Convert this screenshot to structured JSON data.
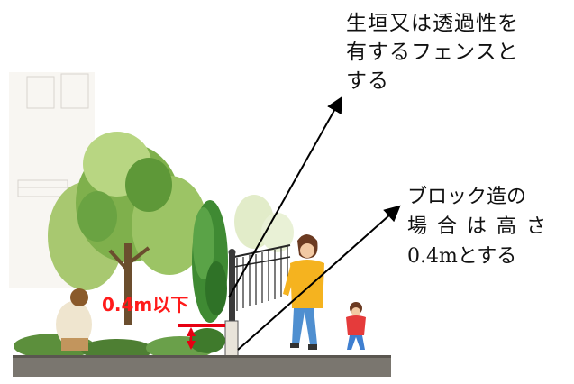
{
  "annotations": {
    "top_label_lines": [
      "生垣又は透過性を",
      "有するフェンスと",
      "する"
    ],
    "right_label_lines": [
      "ブロック造の",
      "場合は高さ",
      "0.4mとする"
    ],
    "height_limit": "0.4m以下"
  },
  "colors": {
    "marker": "#e60012",
    "arrow": "#000000",
    "ground": "#6f6c66"
  }
}
